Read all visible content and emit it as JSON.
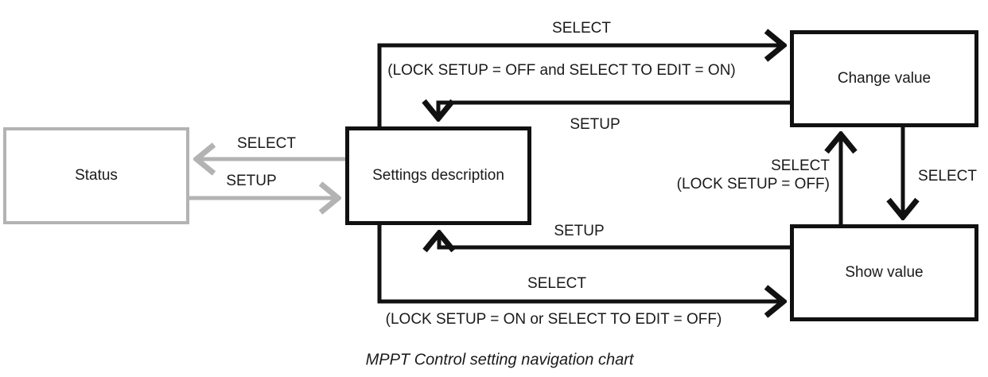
{
  "caption": "MPPT Control setting navigation chart",
  "nodes": {
    "status": {
      "label": "Status",
      "state": "inactive"
    },
    "settings": {
      "label": "Settings description",
      "state": "active"
    },
    "change": {
      "label": "Change value",
      "state": "active"
    },
    "show": {
      "label": "Show value",
      "state": "active"
    }
  },
  "edges": {
    "settings_to_status": {
      "button": "SELECT"
    },
    "status_to_settings": {
      "button": "SETUP"
    },
    "settings_to_change": {
      "button": "SELECT",
      "condition": "(LOCK SETUP = OFF and SELECT TO EDIT = ON)"
    },
    "change_to_settings": {
      "button": "SETUP"
    },
    "show_to_change": {
      "button": "SELECT",
      "condition": "(LOCK SETUP = OFF)"
    },
    "change_to_show": {
      "button": "SELECT"
    },
    "show_to_settings": {
      "button": "SETUP"
    },
    "settings_to_show": {
      "button": "SELECT",
      "condition": "(LOCK SETUP = ON or SELECT TO EDIT = OFF)"
    }
  },
  "colors": {
    "line": "#111111",
    "inactive": "#b3b3b3",
    "text": "#1a1a1a",
    "background": "#ffffff"
  }
}
